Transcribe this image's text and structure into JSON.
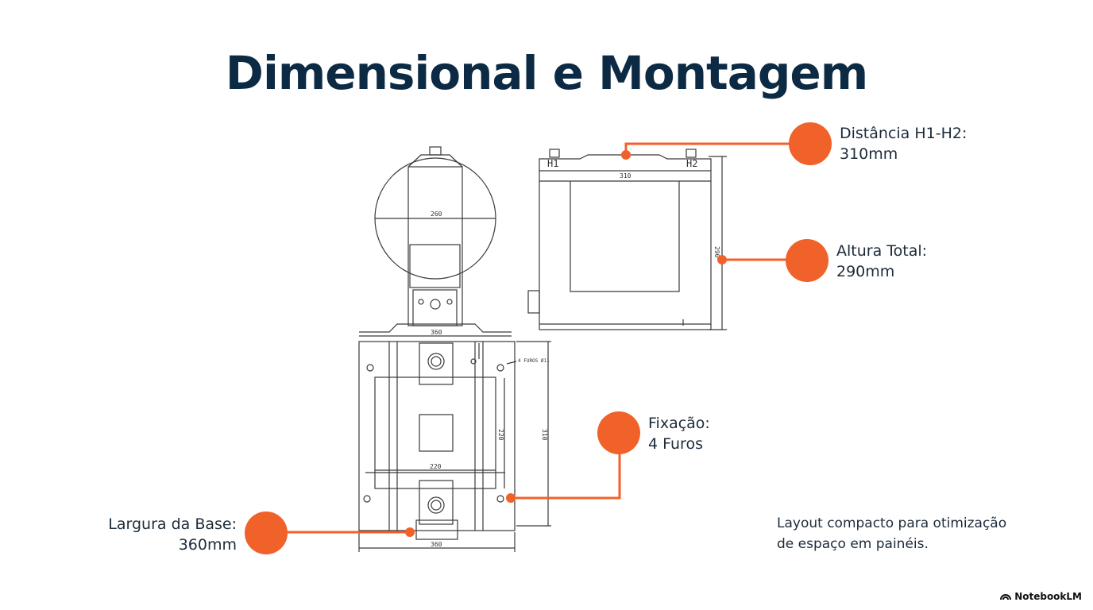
{
  "title": "Dimensional e Montagem",
  "callouts": {
    "h1h2": {
      "label": "Distância H1-H2:",
      "value": "310mm"
    },
    "height": {
      "label": "Altura Total:",
      "value": "290mm"
    },
    "fixing": {
      "label": "Fixação:",
      "value": "4 Furos"
    },
    "base": {
      "label": "Largura da Base:",
      "value": "360mm"
    }
  },
  "note": {
    "line1": "Layout compacto para otimização",
    "line2": "de espaço em painéis."
  },
  "drawing_labels": {
    "terminal_h1": "H1",
    "terminal_h2": "H2",
    "dim_width_top": "310",
    "dim_height_side": "290",
    "dim_diameter": "260",
    "dim_base_top": "360",
    "dim_base_bottom": "360",
    "dim_inner_width": "220",
    "dim_inner_height": "220",
    "dim_outer_height": "310",
    "holes_note": "4 FUROS Ø11"
  },
  "brand": "NotebookLM",
  "colors": {
    "accent": "#f0622a",
    "title": "#0d2a45",
    "line": "#3a3a3a"
  }
}
